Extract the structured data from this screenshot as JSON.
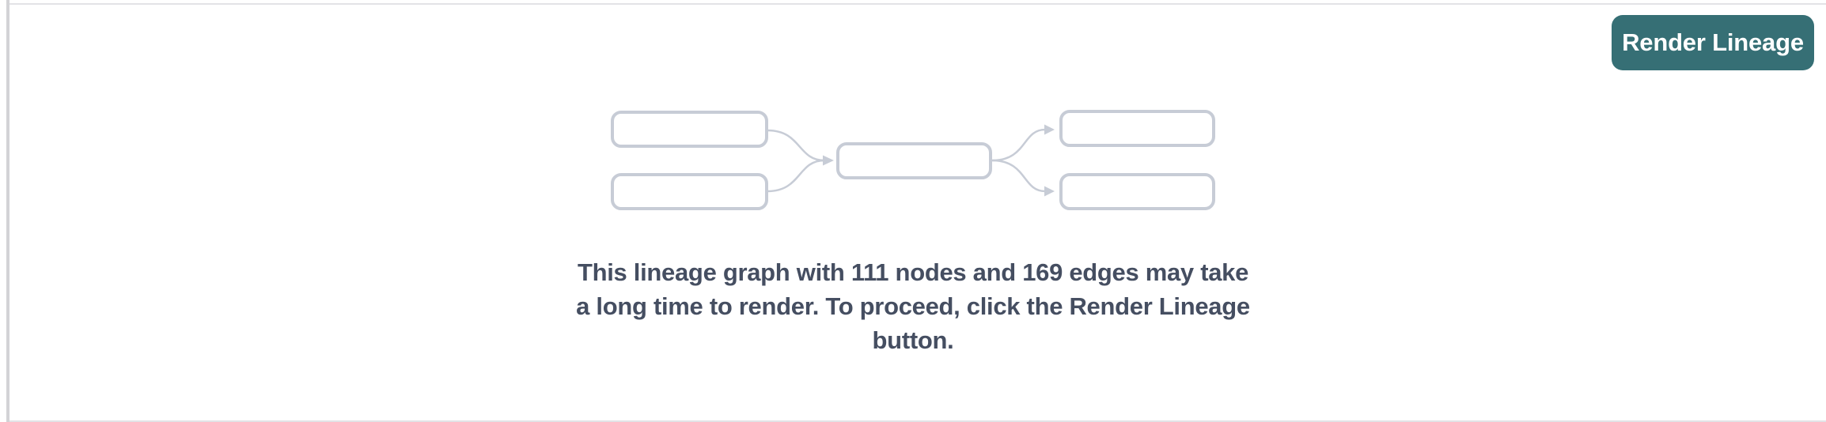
{
  "toolbar": {
    "render_lineage_label": "Render Lineage"
  },
  "empty_state": {
    "message_lines": [
      "This lineage graph with 111 nodes and 169 edges may take",
      "a long time to render. To proceed, click the Render Lineage",
      "button."
    ],
    "message_full": "This lineage graph with 111 nodes and 169 edges may take a long time to render. To proceed, click the Render Lineage button.",
    "node_count": "111",
    "edge_count": "169"
  },
  "colors": {
    "background": "#FFFFFF",
    "button_bg": "#366F75",
    "button_text": "#FFFFFF",
    "message_text": "#454E61",
    "diagram_stroke": "#C7CCD6",
    "divider": "#D3D3D6",
    "divider_light": "#E3E3E6"
  }
}
